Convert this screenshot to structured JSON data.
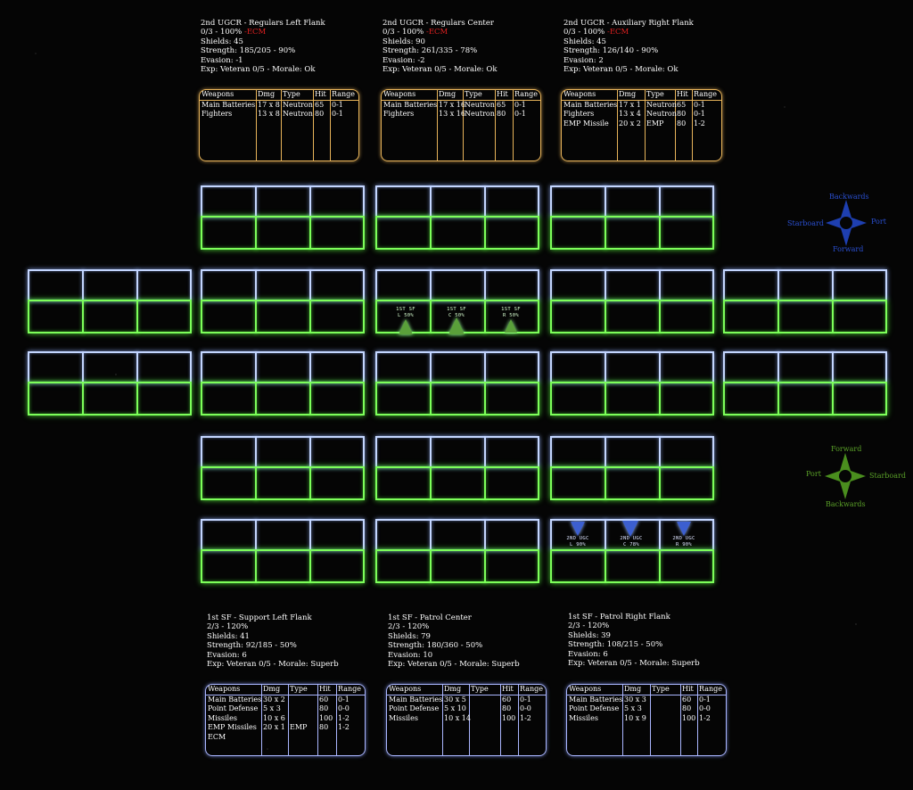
{
  "enemy_fleets": [
    {
      "name": "2nd UGCR - Regulars Left Flank",
      "supply_prefix": "0/3 - 100%",
      "ecm": " -ECM",
      "shields": "Shields: 45",
      "strength": "Strength: 185/205 - 90%",
      "evasion": "Evasion: -1",
      "exp": "Exp: Veteran 0/5 - Morale: Ok",
      "weapons": [
        [
          "Main Batteries",
          "17 x 8",
          "Neutron",
          "65",
          "0-1"
        ],
        [
          "Fighters",
          "13 x 8",
          "Neutron",
          "80",
          "0-1"
        ]
      ]
    },
    {
      "name": "2nd UGCR - Regulars Center",
      "supply_prefix": "0/3 - 100%",
      "ecm": " -ECM",
      "shields": "Shields: 90",
      "strength": "Strength: 261/335 - 78%",
      "evasion": "Evasion: -2",
      "exp": "Exp: Veteran 0/5 - Morale: Ok",
      "weapons": [
        [
          "Main Batteries",
          "17 x 16",
          "Neutron",
          "65",
          "0-1"
        ],
        [
          "Fighters",
          "13 x 16",
          "Neutron",
          "80",
          "0-1"
        ]
      ]
    },
    {
      "name": "2nd UGCR - Auxiliary Right Flank",
      "supply_prefix": "0/3 - 100%",
      "ecm": " -ECM",
      "shields": "Shields: 45",
      "strength": "Strength: 126/140 - 90%",
      "evasion": "Evasion: 2",
      "exp": "Exp: Veteran 0/5 - Morale: Ok",
      "weapons": [
        [
          "Main Batteries",
          "17 x 1",
          "Neutron",
          "65",
          "0-1"
        ],
        [
          "Fighters",
          "13 x 4",
          "Neutron",
          "80",
          "0-1"
        ],
        [
          "EMP Missile",
          "20 x 2",
          "EMP",
          "80",
          "1-2"
        ]
      ]
    }
  ],
  "friendly_fleets": [
    {
      "name": "1st SF - Support Left Flank",
      "supply": "2/3 - 120%",
      "shields": "Shields: 41",
      "strength": "Strength: 92/185 - 50%",
      "evasion": "Evasion: 6",
      "exp": "Exp: Veteran 0/5 - Morale: Superb",
      "weapons": [
        [
          "Main Batteries",
          "30 x 2",
          "",
          "60",
          "0-1"
        ],
        [
          "Point Defense",
          "5 x 3",
          "",
          "80",
          "0-0"
        ],
        [
          "Missiles",
          "10 x 6",
          "",
          "100",
          "1-2"
        ],
        [
          "EMP Missiles",
          "20 x 1",
          "EMP",
          "80",
          "1-2"
        ],
        [
          "ECM",
          "",
          "",
          "",
          ""
        ]
      ]
    },
    {
      "name": "1st SF - Patrol Center",
      "supply": "2/3 - 120%",
      "shields": "Shields: 79",
      "strength": "Strength: 180/360 - 50%",
      "evasion": "Evasion: 10",
      "exp": "Exp: Veteran 0/5 - Morale: Superb",
      "weapons": [
        [
          "Main Batteries",
          "30 x 5",
          "",
          "60",
          "0-1"
        ],
        [
          "Point Defense",
          "5 x 10",
          "",
          "80",
          "0-0"
        ],
        [
          "Missiles",
          "10 x 14",
          "",
          "100",
          "1-2"
        ]
      ]
    },
    {
      "name": "1st SF - Patrol Right Flank",
      "supply": "2/3 - 120%",
      "shields": "Shields: 39",
      "strength": "Strength: 108/215 - 50%",
      "evasion": "Evasion: 6",
      "exp": "Exp: Veteran 0/5 - Morale: Superb",
      "weapons": [
        [
          "Main Batteries",
          "30 x 3",
          "",
          "60",
          "0-1"
        ],
        [
          "Point Defense",
          "5 x 3",
          "",
          "80",
          "0-0"
        ],
        [
          "Missiles",
          "10 x 9",
          "",
          "100",
          "1-2"
        ]
      ]
    }
  ],
  "table_headers": [
    "Weapons",
    "Dmg",
    "Type",
    "Hit",
    "Range"
  ],
  "units_sf": [
    {
      "l1": "1ST SF",
      "l2": "L 50%"
    },
    {
      "l1": "1ST SF",
      "l2": "C 50%"
    },
    {
      "l1": "1ST SF",
      "l2": "R 50%"
    }
  ],
  "units_ugc": [
    {
      "l1": "2ND UGC",
      "l2": "L 90%"
    },
    {
      "l1": "2ND UGC",
      "l2": "C 78%"
    },
    {
      "l1": "2ND UGC",
      "l2": "R 90%"
    }
  ],
  "compass_enemy": {
    "top": "Backwards",
    "left": "Starboard",
    "right": "Port",
    "bottom": "Forward",
    "color": "#1e3fb0"
  },
  "compass_friendly": {
    "top": "Forward",
    "left": "Port",
    "right": "Starboard",
    "bottom": "Backwards",
    "color": "#4a8e1e"
  },
  "colors": {
    "enemy_table": "#e8b45a",
    "friendly_table": "#aab6ff",
    "zone_blue": "#c4d6ff",
    "zone_green": "#7dff5a",
    "ecm": "#e02020"
  }
}
